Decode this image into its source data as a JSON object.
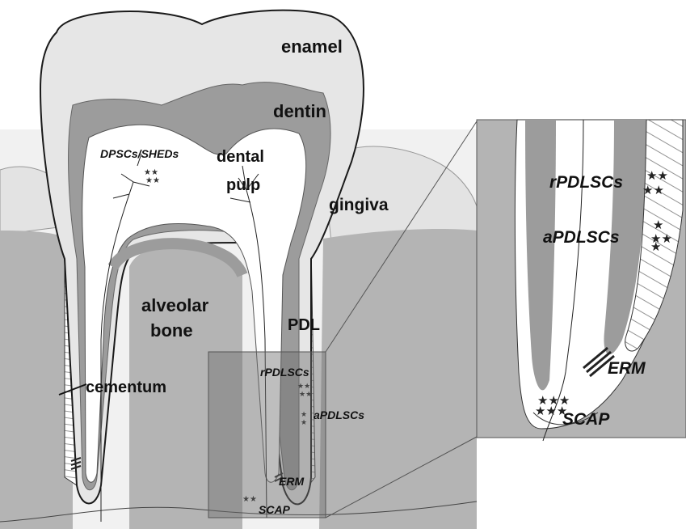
{
  "labels": {
    "enamel": "enamel",
    "dentin": "dentin",
    "dental_pulp_line1": "dental",
    "dental_pulp_line2": "pulp",
    "gingiva": "gingiva",
    "alveolar_line1": "alveolar",
    "alveolar_line2": "bone",
    "pdl": "PDL",
    "cementum": "cementum",
    "dpscs": "DPSCs/SHEDs",
    "rpdlscs": "rPDLSCs",
    "apdlscs": "aPDLSCs",
    "erm": "ERM",
    "scap": "SCAP"
  },
  "inset_labels": {
    "rpdlscs": "rPDLSCs",
    "apdlscs": "aPDLSCs",
    "erm": "ERM",
    "scap": "SCAP"
  },
  "colors": {
    "enamel": "#e6e6e6",
    "dentin": "#9c9c9c",
    "pulp": "#ffffff",
    "bone": "#b4b4b4",
    "gingiva": "#ececec",
    "inset_bg": "#b4b4b4",
    "outline": "#1a1a1a"
  }
}
